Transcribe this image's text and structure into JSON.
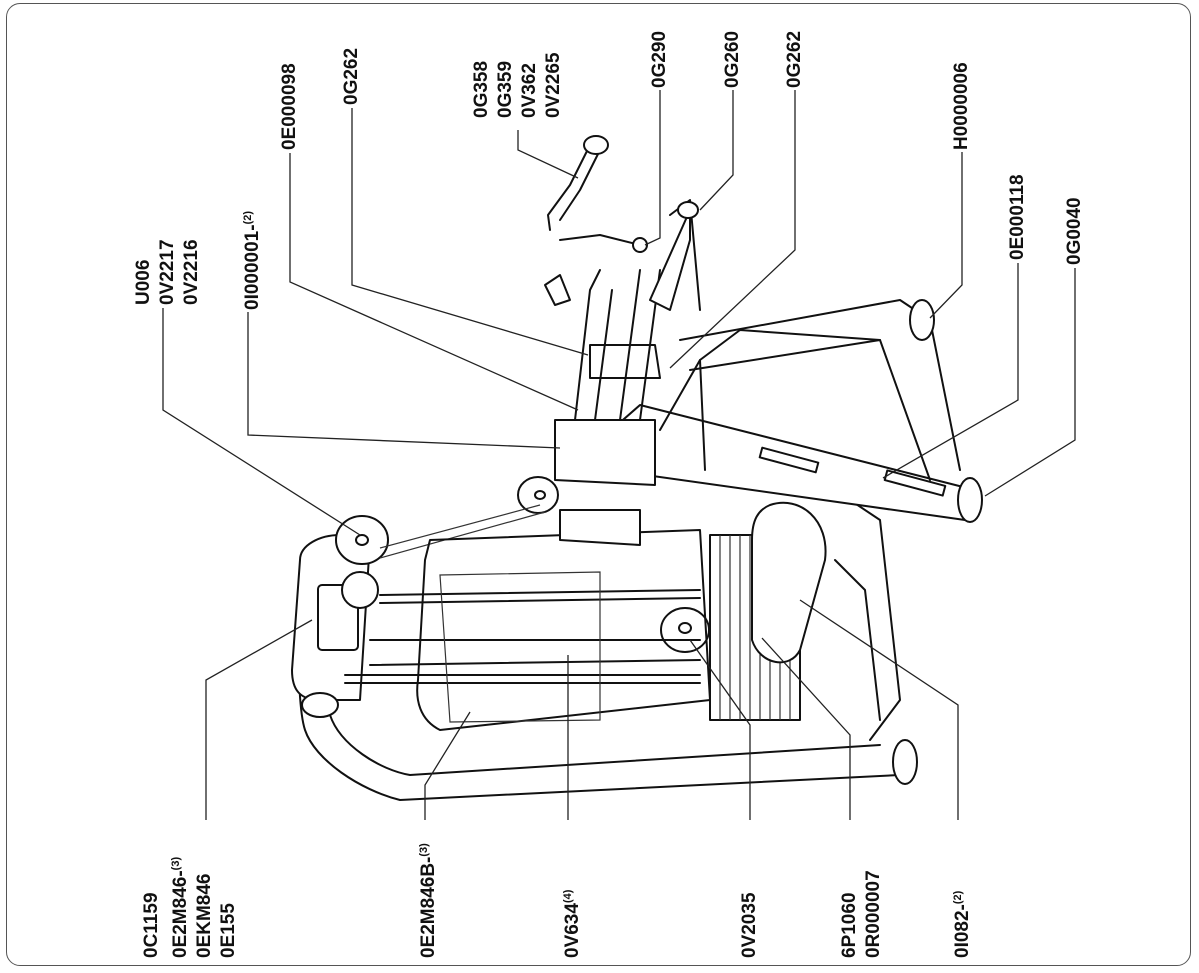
{
  "labels": {
    "upper_1": "U006\n0V2217\n0V2216",
    "upper_2": "0I000001-",
    "upper_2_sup": "(2)",
    "upper_3": "0E000098",
    "upper_4": "0G262",
    "upper_5": "0G358\n0G359\n0V362\n0V2265",
    "upper_6": "0G290",
    "upper_7": "0G260",
    "upper_8": "0G262",
    "upper_9": "H0000006",
    "upper_10": "0E000118",
    "upper_11": "0G0040",
    "lower_1a": "0C1159",
    "lower_1b": "0E2M846-",
    "lower_1b_sup": "(3)",
    "lower_1c": "0EKM846\n0E155",
    "lower_2": "0E2M846B-",
    "lower_2_sup": "(3)",
    "lower_3": "0V634",
    "lower_3_sup": "(4)",
    "lower_4": "0V2035",
    "lower_5": "6P1060\n0R000007",
    "lower_6": "0I082-",
    "lower_6_sup": "(2)"
  },
  "colors": {
    "line": "#111111",
    "frame": "#555555",
    "background": "#ffffff"
  }
}
